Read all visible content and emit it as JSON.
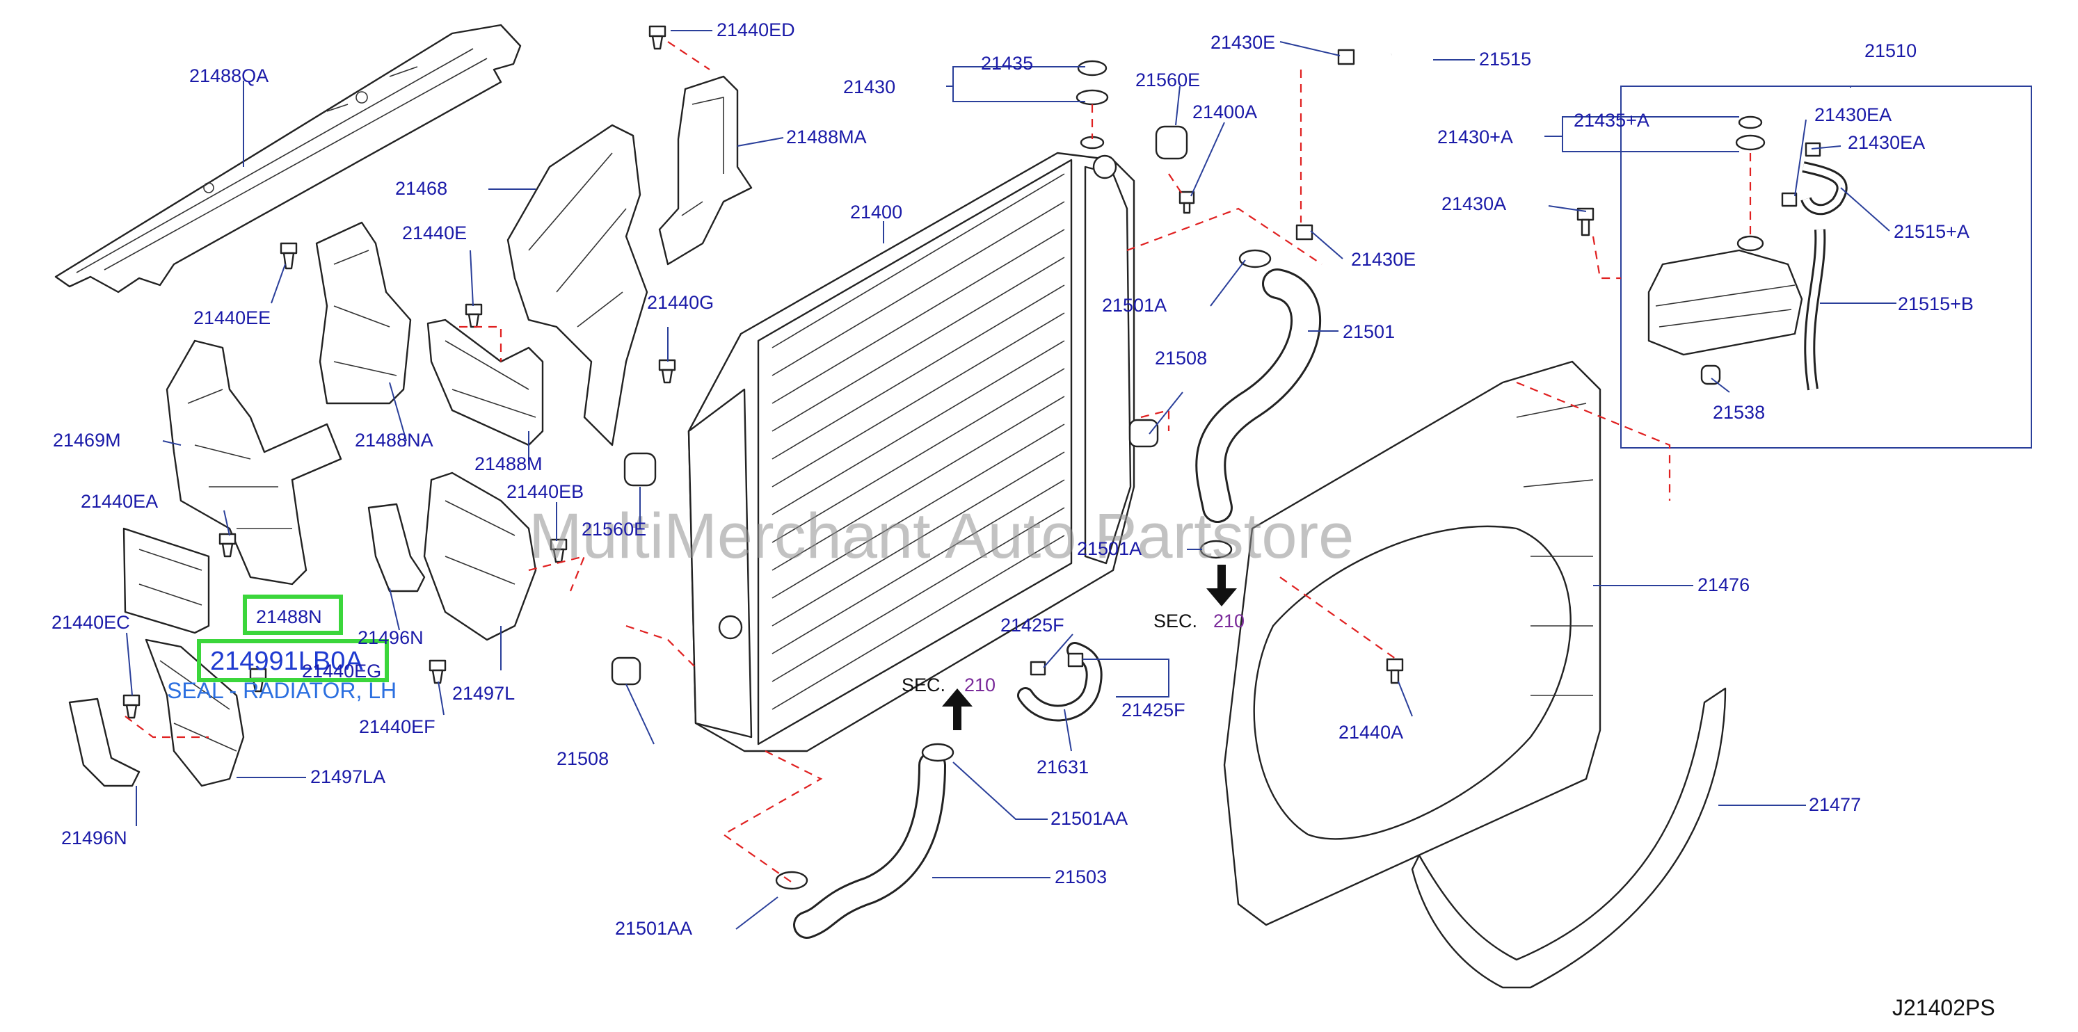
{
  "diagram_code": "J21402PS",
  "watermark": "MultiMerchant Auto Partstore",
  "highlight": {
    "part_21488n": "21488N",
    "part_number": "214991LB0A",
    "description": "SEAL - RADIATOR, LH"
  },
  "sec_reference": {
    "label": "SEC.",
    "number": "210"
  },
  "labels": {
    "p21488QA": "21488QA",
    "p21440ED": "21440ED",
    "p21435": "21435",
    "p21430": "21430",
    "p21560E_top": "21560E",
    "p21400A": "21400A",
    "p21430E_top": "21430E",
    "p21515": "21515",
    "p21510": "21510",
    "p21435A": "21435+A",
    "p21430A_plus": "21430+A",
    "p21430EA_1": "21430EA",
    "p21430EA_2": "21430EA",
    "p21488MA": "21488MA",
    "p21400": "21400",
    "p21468": "21468",
    "p21430E_mid": "21430E",
    "p21430A": "21430A",
    "p21515A": "21515+A",
    "p21440E": "21440E",
    "p21440EE": "21440EE",
    "p21501A_top": "21501A",
    "p21501": "21501",
    "p21515B": "21515+B",
    "p21440G": "21440G",
    "p21508_right": "21508",
    "p21538": "21538",
    "p21488NA": "21488NA",
    "p21469M": "21469M",
    "p21488M": "21488M",
    "p21440EB": "21440EB",
    "p21440EA": "21440EA",
    "p21560E_low": "21560E",
    "p21501A_low": "21501A",
    "p21476": "21476",
    "p21440EC": "21440EC",
    "p21496N_top": "21496N",
    "p21440EG": "21440EG",
    "p21497L": "21497L",
    "p21425F_1": "21425F",
    "p21425F_2": "21425F",
    "p21440EF": "21440EF",
    "p21440A": "21440A",
    "p21508_left": "21508",
    "p21631": "21631",
    "p21497LA": "21497LA",
    "p21477": "21477",
    "p21496N_bottom": "21496N",
    "p21501AA_right": "21501AA",
    "p21503": "21503",
    "p21501AA_left": "21501AA"
  },
  "colors": {
    "label": "#1a1aa8",
    "leader": "#2a3f9a",
    "dashed_line": "#e02020",
    "highlight_box": "#3bd63b",
    "sec_number": "#7a2a9a"
  }
}
